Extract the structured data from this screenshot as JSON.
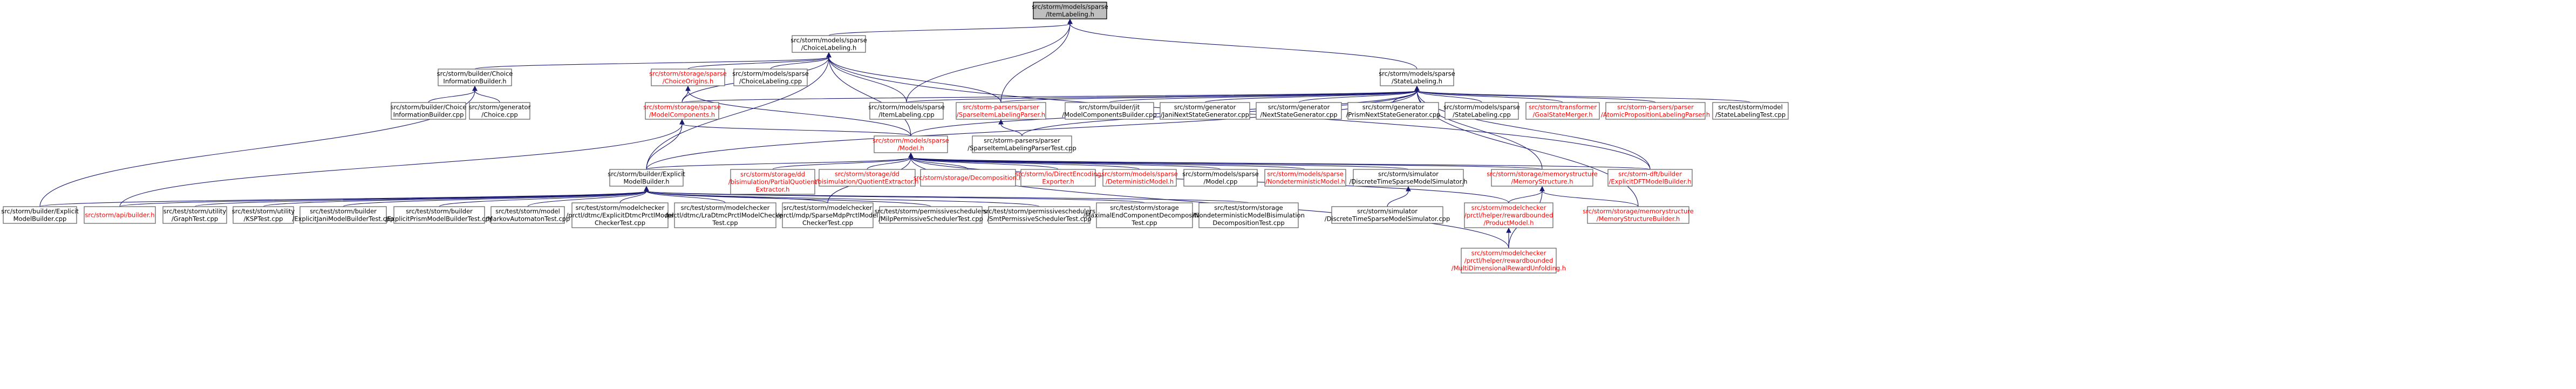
{
  "colors": {
    "node_border": "#666666",
    "root_fill": "#bfbfbf",
    "edge": "#191970",
    "link_text": "#000000",
    "broken_link_text": "#ff0000"
  },
  "nodes": [
    {
      "id": "labeling_h",
      "lines": [
        "src/storm/models/sparse",
        "/ItemLabeling.h"
      ],
      "root": true
    },
    {
      "id": "choice_labeling_h",
      "lines": [
        "src/storm/models/sparse",
        "/ChoiceLabeling.h"
      ]
    },
    {
      "id": "state_labeling_h",
      "lines": [
        "src/storm/models/sparse",
        "/StateLabeling.h"
      ]
    },
    {
      "id": "choice_info_builder_h",
      "lines": [
        "src/storm/builder/Choice",
        "InformationBuilder.h"
      ]
    },
    {
      "id": "choice_origins_h",
      "lines": [
        "src/storm/storage/sparse",
        "/ChoiceOrigins.h"
      ],
      "red": true
    },
    {
      "id": "choice_labeling_cpp",
      "lines": [
        "src/storm/models/sparse",
        "/ChoiceLabeling.cpp"
      ]
    },
    {
      "id": "item_labeling_cpp",
      "lines": [
        "src/storm/models/sparse",
        "/ItemLabeling.cpp"
      ]
    },
    {
      "id": "sparse_item_parser_h",
      "lines": [
        "src/storm-parsers/parser",
        "/SparseItemLabelingParser.h"
      ],
      "red": true
    },
    {
      "id": "model_components_h",
      "lines": [
        "src/storm/storage/sparse",
        "/ModelComponents.h"
      ],
      "red": true
    },
    {
      "id": "model_h",
      "lines": [
        "src/storm/models/sparse",
        "/Model.h"
      ],
      "red": true
    },
    {
      "id": "choice_info_builder_cpp",
      "lines": [
        "src/storm/builder/Choice",
        "InformationBuilder.cpp"
      ]
    },
    {
      "id": "choice_cpp",
      "lines": [
        "src/storm/generator",
        "/Choice.cpp"
      ]
    },
    {
      "id": "explicit_model_builder_h",
      "lines": [
        "src/storm/builder/Explicit",
        "ModelBuilder.h"
      ]
    },
    {
      "id": "parser_test_cpp",
      "lines": [
        "src/storm-parsers/parser",
        "/SparseItemLabelingParserTest.cpp"
      ]
    },
    {
      "id": "jit_components_builder",
      "lines": [
        "src/storm/builder/jit",
        "/ModelComponentsBuilder.cpp"
      ]
    },
    {
      "id": "jani_next_state",
      "lines": [
        "src/storm/generator",
        "/JaniNextStateGenerator.cpp"
      ]
    },
    {
      "id": "next_state",
      "lines": [
        "src/storm/generator",
        "/NextStateGenerator.cpp"
      ]
    },
    {
      "id": "prism_next_state",
      "lines": [
        "src/storm/generator",
        "/PrismNextStateGenerator.cpp"
      ]
    },
    {
      "id": "state_labeling_cpp",
      "lines": [
        "src/storm/models/sparse",
        "/StateLabeling.cpp"
      ]
    },
    {
      "id": "goal_state_merger",
      "lines": [
        "src/storm/transformer",
        "/GoalStateMerger.h"
      ],
      "red": true
    },
    {
      "id": "atomic_prop_parser",
      "lines": [
        "src/storm-parsers/parser",
        "/AtomicPropositionLabelingParser.h"
      ],
      "red": true
    },
    {
      "id": "state_labeling_test",
      "lines": [
        "src/test/storm/model",
        "/StateLabelingTest.cpp"
      ]
    },
    {
      "id": "partial_quotient",
      "lines": [
        "src/storm/storage/dd",
        "/bisimulation/PartialQuotient",
        "Extractor.h"
      ],
      "red": true
    },
    {
      "id": "quotient_extractor",
      "lines": [
        "src/storm/storage/dd",
        "/bisimulation/QuotientExtractor.h"
      ],
      "red": true
    },
    {
      "id": "decomposition_h",
      "lines": [
        "src/storm/storage/Decomposition.h"
      ],
      "red": true
    },
    {
      "id": "direct_encoding_exporter",
      "lines": [
        "src/storm/io/DirectEncoding",
        "Exporter.h"
      ],
      "red": true
    },
    {
      "id": "deterministic_model",
      "lines": [
        "src/storm/models/sparse",
        "/DeterministicModel.h"
      ],
      "red": true
    },
    {
      "id": "model_cpp",
      "lines": [
        "src/storm/models/sparse",
        "/Model.cpp"
      ]
    },
    {
      "id": "nondeterministic_model",
      "lines": [
        "src/storm/models/sparse",
        "/NondeterministicModel.h"
      ],
      "red": true
    },
    {
      "id": "dtsm_simulator_h",
      "lines": [
        "src/storm/simulator",
        "/DiscreteTimeSparseModelSimulator.h"
      ]
    },
    {
      "id": "memory_structure_h",
      "lines": [
        "src/storm/storage/memorystructure",
        "/MemoryStructure.h"
      ],
      "red": true
    },
    {
      "id": "explicit_dft_builder",
      "lines": [
        "src/storm-dft/builder",
        "/ExplicitDFTModelBuilder.h"
      ],
      "red": true
    },
    {
      "id": "explicit_model_builder_cpp",
      "lines": [
        "src/storm/builder/Explicit",
        "ModelBuilder.cpp"
      ]
    },
    {
      "id": "api_builder",
      "lines": [
        "src/storm/api/builder.h"
      ],
      "red": true
    },
    {
      "id": "graph_test",
      "lines": [
        "src/test/storm/utility",
        "/GraphTest.cpp"
      ]
    },
    {
      "id": "ksp_test",
      "lines": [
        "src/test/storm/utility",
        "/KSPTest.cpp"
      ]
    },
    {
      "id": "jani_builder_test",
      "lines": [
        "src/test/storm/builder",
        "/ExplicitJaniModelBuilderTest.cpp"
      ]
    },
    {
      "id": "prism_builder_test",
      "lines": [
        "src/test/storm/builder",
        "/ExplicitPrismModelBuilderTest.cpp"
      ]
    },
    {
      "id": "markov_automaton_test",
      "lines": [
        "src/test/storm/model",
        "/MarkovAutomatonTest.cpp"
      ]
    },
    {
      "id": "explicit_dtmc_prctl_test",
      "lines": [
        "src/test/storm/modelchecker",
        "/prctl/dtmc/ExplicitDtmcPrctlModel",
        "CheckerTest.cpp"
      ]
    },
    {
      "id": "lra_dtmc_test",
      "lines": [
        "src/test/storm/modelchecker",
        "/prctl/dtmc/LraDtmcPrctlModelChecker",
        "Test.cpp"
      ]
    },
    {
      "id": "sparse_mdp_test",
      "lines": [
        "src/test/storm/modelchecker",
        "/prctl/mdp/SparseMdpPrctlModel",
        "CheckerTest.cpp"
      ]
    },
    {
      "id": "milp_permissive",
      "lines": [
        "src/test/storm/permissiveschedulers",
        "/MilpPermissiveSchedulerTest.cpp"
      ]
    },
    {
      "id": "smt_permissive",
      "lines": [
        "src/test/storm/permissiveschedulers",
        "/SmtPermissiveSchedulerTest.cpp"
      ]
    },
    {
      "id": "maximal_end_component",
      "lines": [
        "src/test/storm/storage",
        "/MaximalEndComponentDecomposition",
        "Test.cpp"
      ]
    },
    {
      "id": "nondet_bisim_test",
      "lines": [
        "src/test/storm/storage",
        "/NondeterministicModelBisimulation",
        "DecompositionTest.cpp"
      ]
    },
    {
      "id": "dtsm_simulator_cpp",
      "lines": [
        "src/storm/simulator",
        "/DiscreteTimeSparseModelSimulator.cpp"
      ]
    },
    {
      "id": "product_model_h",
      "lines": [
        "src/storm/modelchecker",
        "/prctl/helper/rewardbounded",
        "/ProductModel.h"
      ],
      "red": true
    },
    {
      "id": "memory_structure_builder",
      "lines": [
        "src/storm/storage/memorystructure",
        "/MemoryStructureBuilder.h"
      ],
      "red": true
    },
    {
      "id": "multi_dim_unfolding",
      "lines": [
        "src/storm/modelchecker",
        "/prctl/helper/rewardbounded",
        "/MultiDimensionalRewardUnfolding.h"
      ],
      "red": true
    }
  ]
}
